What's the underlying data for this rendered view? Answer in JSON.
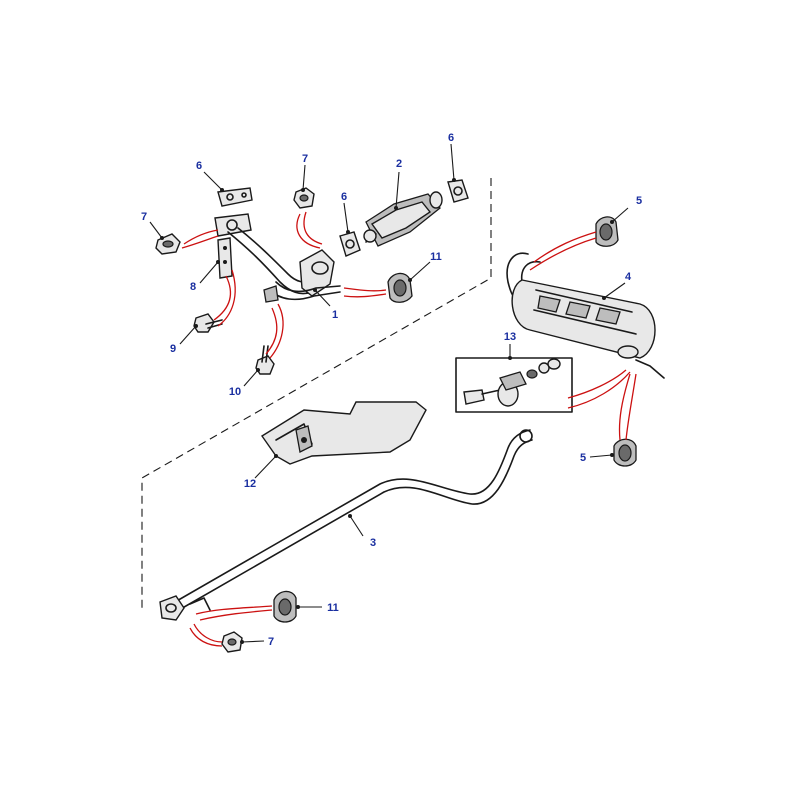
{
  "callouts": {
    "c1": "1",
    "c2": "2",
    "c3": "3",
    "c4": "4",
    "c5a": "5",
    "c5b": "5",
    "c6a": "6",
    "c6b": "6",
    "c6c": "6",
    "c7a": "7",
    "c7b": "7",
    "c7c": "7",
    "c8": "8",
    "c9": "9",
    "c10": "10",
    "c11a": "11",
    "c11b": "11",
    "c12": "12",
    "c13": "13"
  },
  "colors": {
    "callout_text": "#1a2fa0",
    "leader_lines": "#cc1111",
    "outline": "#1a1a1a"
  }
}
